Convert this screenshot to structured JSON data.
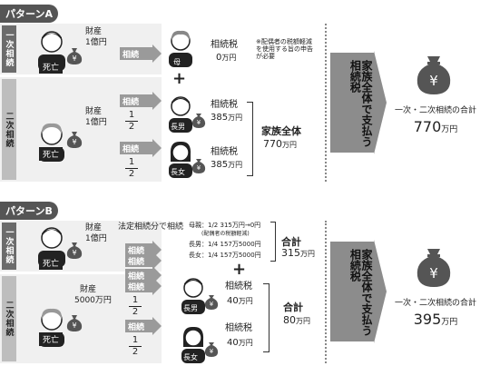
{
  "patternA": {
    "tag": "パターンA",
    "first_label": "一次相続",
    "second_label": "二次相続",
    "first": {
      "deceased": "死亡",
      "asset_label": "財産",
      "asset_value": "1億円",
      "arrow": "相続",
      "heir": "母",
      "tax_label": "相続税",
      "tax_value": "0",
      "tax_unit": "万円",
      "note": "※配偶者の税額軽減を使用する旨の申告が必要"
    },
    "plus": "+",
    "second": {
      "deceased": "死亡",
      "asset_label": "財産",
      "asset_value": "1億円",
      "arrow1": "相続",
      "arrow2": "相続",
      "frac_num": "1",
      "frac_den": "2",
      "heir1": "長男",
      "heir2": "長女",
      "tax1_label": "相続税",
      "tax1_value": "385",
      "tax1_unit": "万円",
      "tax2_label": "相続税",
      "tax2_value": "385",
      "tax2_unit": "万円",
      "family_label": "家族全体",
      "family_value": "770",
      "family_unit": "万円"
    },
    "bigarrow": "家族全体で支払う相続税",
    "total_label": "一次・二次相続の合計",
    "total_value": "770",
    "total_unit": "万円"
  },
  "patternB": {
    "tag": "パターンB",
    "first_label": "一次相続",
    "second_label": "二次相続",
    "first": {
      "deceased": "死亡",
      "asset_label": "財産",
      "asset_value": "1億円",
      "header": "法定相続分で相続",
      "arrow1": "相続",
      "arrow2": "相続",
      "arrow3": "相続",
      "line1": "母親：1/2 315万円→0円",
      "line1_sub": "(配偶者の税額軽減)",
      "line2": "長男：1/4 157万5000円",
      "line3": "長女：1/4 157万5000円",
      "sum_label": "合計",
      "sum_value": "315",
      "sum_unit": "万円"
    },
    "plus": "+",
    "second": {
      "deceased": "死亡",
      "asset_label": "財産",
      "asset_value": "5000万円",
      "arrow1": "相続",
      "arrow2": "相続",
      "frac_num": "1",
      "frac_den": "2",
      "heir1": "長男",
      "heir2": "長女",
      "tax1_label": "相続税",
      "tax1_value": "40",
      "tax1_unit": "万円",
      "tax2_label": "相続税",
      "tax2_value": "40",
      "tax2_unit": "万円",
      "sum_label": "合計",
      "sum_value": "80",
      "sum_unit": "万円"
    },
    "bigarrow": "家族全体で支払う相続税",
    "total_label": "一次・二次相続の合計",
    "total_value": "395",
    "total_unit": "万円"
  },
  "icons": {
    "bag": "money-bag-icon",
    "yen": "¥"
  }
}
